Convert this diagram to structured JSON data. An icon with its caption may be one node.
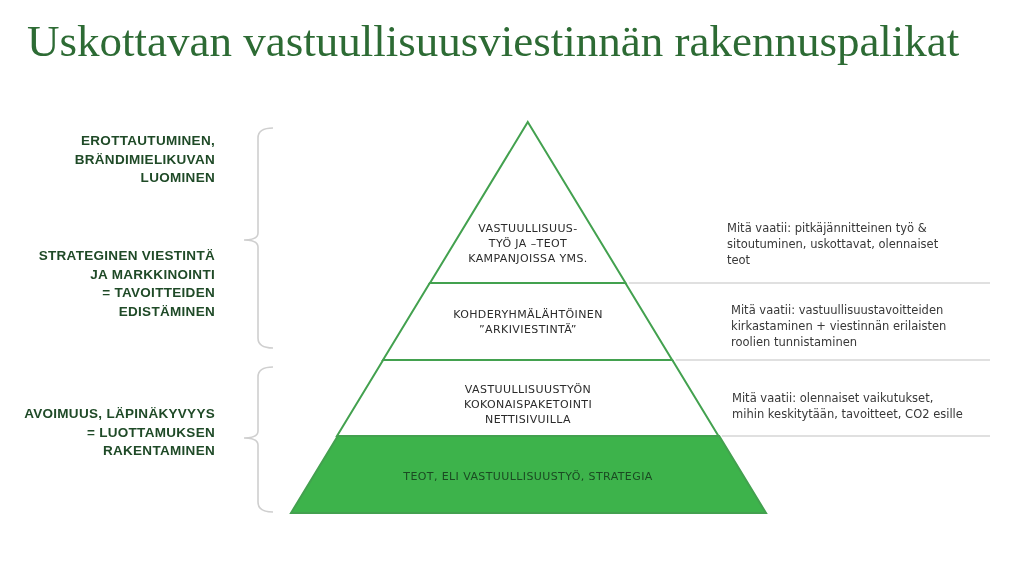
{
  "diagram": {
    "title": "Uskottavan vastuullisuusviestinnän rakennuspalikat",
    "nodes": [
      {
        "text": [
          "VASTUULLISUUS- TYÖ JA –TEOT KAMPANJOISSA YMS."
        ]
      },
      {
        "text": [
          "KOHDERYHMÄLÄHTÖINEN ”ARKIVIESTINTÄ”"
        ]
      },
      {
        "text": [
          "VASTUULLISUUSTYÖN KOKONAISPAKETOINTI NETTISIVUILLA"
        ]
      },
      {
        "text": [
          "TEOT, ELI VASTUULLISUUSTYÖ, STRATEGIA"
        ]
      }
    ],
    "labels": [
      "EROTTAUTUMINEN, BRÄNDIMIELIKUVAN LUOMINEN",
      "STRATEGINEN VIESTINTÄ JA MARKKINOINTI = TAVOITTEIDEN EDISTÄMINEN",
      "AVOIMUUS, LÄPINÄKYVYYS = LUOTTAMUKSEN RAKENTAMINEN",
      "Mitä vaatii: pitkäjännitteinen työ & sitoutuminen, uskottavat, olennaiset teot",
      "Mitä vaatii: vastuullisuustavoitteiden kirkastaminen + viestinnän erilaisten roolien tunnistaminen",
      "Mitä vaatii: olennaiset vaikutukset, mihin keskitytään, tavoitteet, CO2 esille"
    ]
  }
}
